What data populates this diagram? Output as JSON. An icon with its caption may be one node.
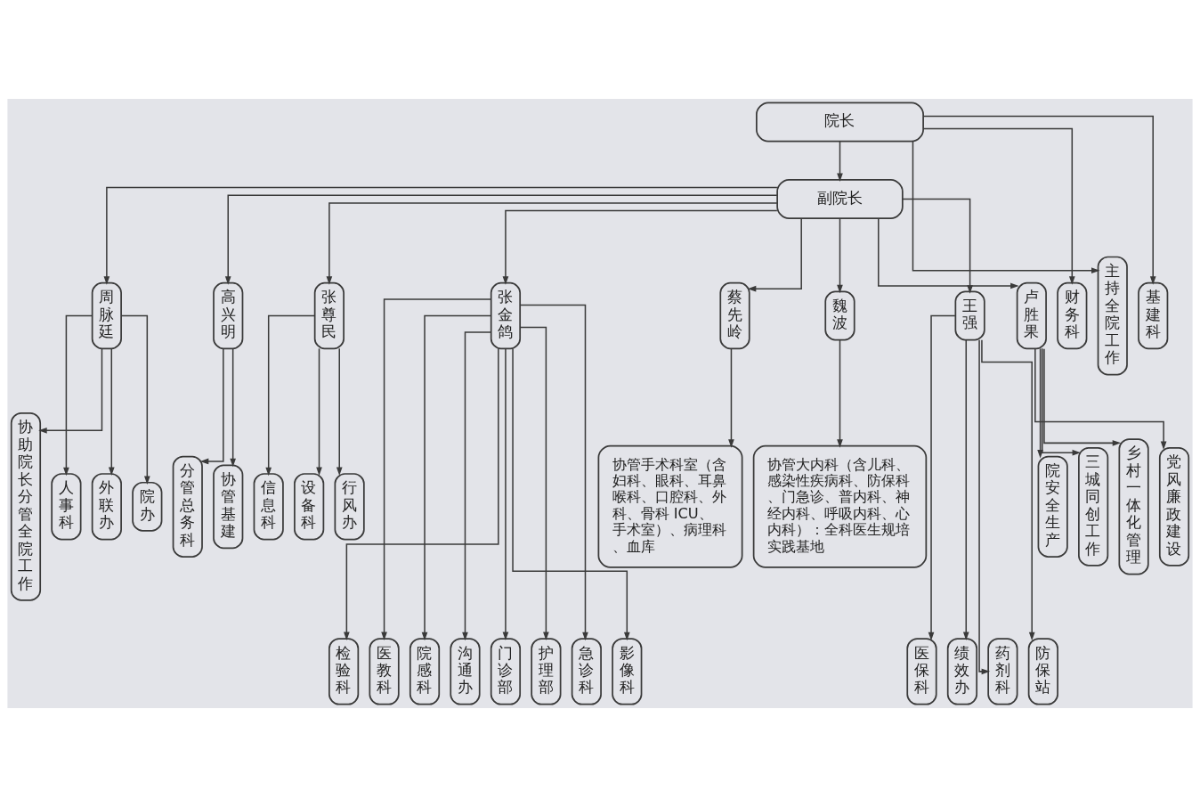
{
  "diagram": {
    "nodes": [
      {
        "text": [
          "院长"
        ]
      },
      {
        "text": [
          "副院长"
        ]
      },
      {
        "text": [
          "财务科"
        ]
      },
      {
        "text": [
          "主持全院工作"
        ]
      },
      {
        "text": [
          "基建科"
        ]
      },
      {
        "text": [
          "周脉廷"
        ]
      },
      {
        "text": [
          "高兴明"
        ]
      },
      {
        "text": [
          "张尊民"
        ]
      },
      {
        "text": [
          "张金鸽"
        ]
      },
      {
        "text": [
          "蔡先岭"
        ]
      },
      {
        "text": [
          "魏波"
        ]
      },
      {
        "text": [
          "王强"
        ]
      },
      {
        "text": [
          "卢胜果"
        ]
      },
      {
        "text": [
          "协管手术科室（含妇科、眼科、耳鼻喉科、口腔科、外科、骨科 ICU、手术室）、病理科、血库"
        ]
      },
      {
        "text": [
          "协管大内科（含儿科、感染性疾病科、防保科、门急诊、普内科、神经内科、呼吸内科、心内科）：全科医生规培实践基地"
        ]
      },
      {
        "text": [
          "院安全生产"
        ]
      },
      {
        "text": [
          "三城同创工作"
        ]
      },
      {
        "text": [
          "乡村一体化管理"
        ]
      },
      {
        "text": [
          "党风廉政建设"
        ]
      },
      {
        "text": [
          "协助院长分管全院工作"
        ]
      },
      {
        "text": [
          "人事科"
        ]
      },
      {
        "text": [
          "外联办"
        ]
      },
      {
        "text": [
          "院办"
        ]
      },
      {
        "text": [
          "分管总务科"
        ]
      },
      {
        "text": [
          "协管基建"
        ]
      },
      {
        "text": [
          "信息科"
        ]
      },
      {
        "text": [
          "设备科"
        ]
      },
      {
        "text": [
          "行风办"
        ]
      },
      {
        "text": [
          "医保科"
        ]
      },
      {
        "text": [
          "绩效办"
        ]
      },
      {
        "text": [
          "药剂科"
        ]
      },
      {
        "text": [
          "防保站"
        ]
      },
      {
        "text": [
          "检验科"
        ]
      },
      {
        "text": [
          "医教科"
        ]
      },
      {
        "text": [
          "院感科"
        ]
      },
      {
        "text": [
          "沟通办"
        ]
      },
      {
        "text": [
          "门诊部"
        ]
      },
      {
        "text": [
          "护理部"
        ]
      },
      {
        "text": [
          "急诊科"
        ]
      },
      {
        "text": [
          "影像科"
        ]
      }
    ],
    "edges": [
      {
        "from": 0,
        "to": 1,
        "arrow": "to"
      },
      {
        "from": 0,
        "to": 2,
        "arrow": "to"
      },
      {
        "from": 0,
        "to": 3,
        "arrow": "to"
      },
      {
        "from": 0,
        "to": 4,
        "arrow": "to"
      },
      {
        "from": 1,
        "to": 5,
        "arrow": "to"
      },
      {
        "from": 1,
        "to": 6,
        "arrow": "to"
      },
      {
        "from": 1,
        "to": 7,
        "arrow": "to"
      },
      {
        "from": 1,
        "to": 8,
        "arrow": "to"
      },
      {
        "from": 1,
        "to": 9,
        "arrow": "to"
      },
      {
        "from": 1,
        "to": 10,
        "arrow": "to"
      },
      {
        "from": 1,
        "to": 11,
        "arrow": "to"
      },
      {
        "from": 1,
        "to": 12,
        "arrow": "to"
      },
      {
        "from": 5,
        "to": 19,
        "arrow": "to"
      },
      {
        "from": 5,
        "to": 20,
        "arrow": "to"
      },
      {
        "from": 5,
        "to": 21,
        "arrow": "to"
      },
      {
        "from": 5,
        "to": 22,
        "arrow": "to"
      },
      {
        "from": 6,
        "to": 23,
        "arrow": "to"
      },
      {
        "from": 6,
        "to": 24,
        "arrow": "to"
      },
      {
        "from": 7,
        "to": 25,
        "arrow": "to"
      },
      {
        "from": 7,
        "to": 26,
        "arrow": "to"
      },
      {
        "from": 7,
        "to": 27,
        "arrow": "to"
      },
      {
        "from": 8,
        "to": 32,
        "arrow": "to"
      },
      {
        "from": 8,
        "to": 33,
        "arrow": "to"
      },
      {
        "from": 8,
        "to": 34,
        "arrow": "to"
      },
      {
        "from": 8,
        "to": 35,
        "arrow": "to"
      },
      {
        "from": 8,
        "to": 36,
        "arrow": "to"
      },
      {
        "from": 8,
        "to": 37,
        "arrow": "to"
      },
      {
        "from": 8,
        "to": 38,
        "arrow": "to"
      },
      {
        "from": 8,
        "to": 39,
        "arrow": "to"
      },
      {
        "from": 9,
        "to": 13,
        "arrow": "to"
      },
      {
        "from": 10,
        "to": 14,
        "arrow": "to"
      },
      {
        "from": 11,
        "to": 28,
        "arrow": "to"
      },
      {
        "from": 11,
        "to": 29,
        "arrow": "to"
      },
      {
        "from": 11,
        "to": 30,
        "arrow": "to"
      },
      {
        "from": 11,
        "to": 31,
        "arrow": "to"
      },
      {
        "from": 12,
        "to": 15,
        "arrow": "to"
      },
      {
        "from": 12,
        "to": 16,
        "arrow": "to"
      },
      {
        "from": 12,
        "to": 17,
        "arrow": "to"
      },
      {
        "from": 12,
        "to": 18,
        "arrow": "to"
      }
    ]
  }
}
